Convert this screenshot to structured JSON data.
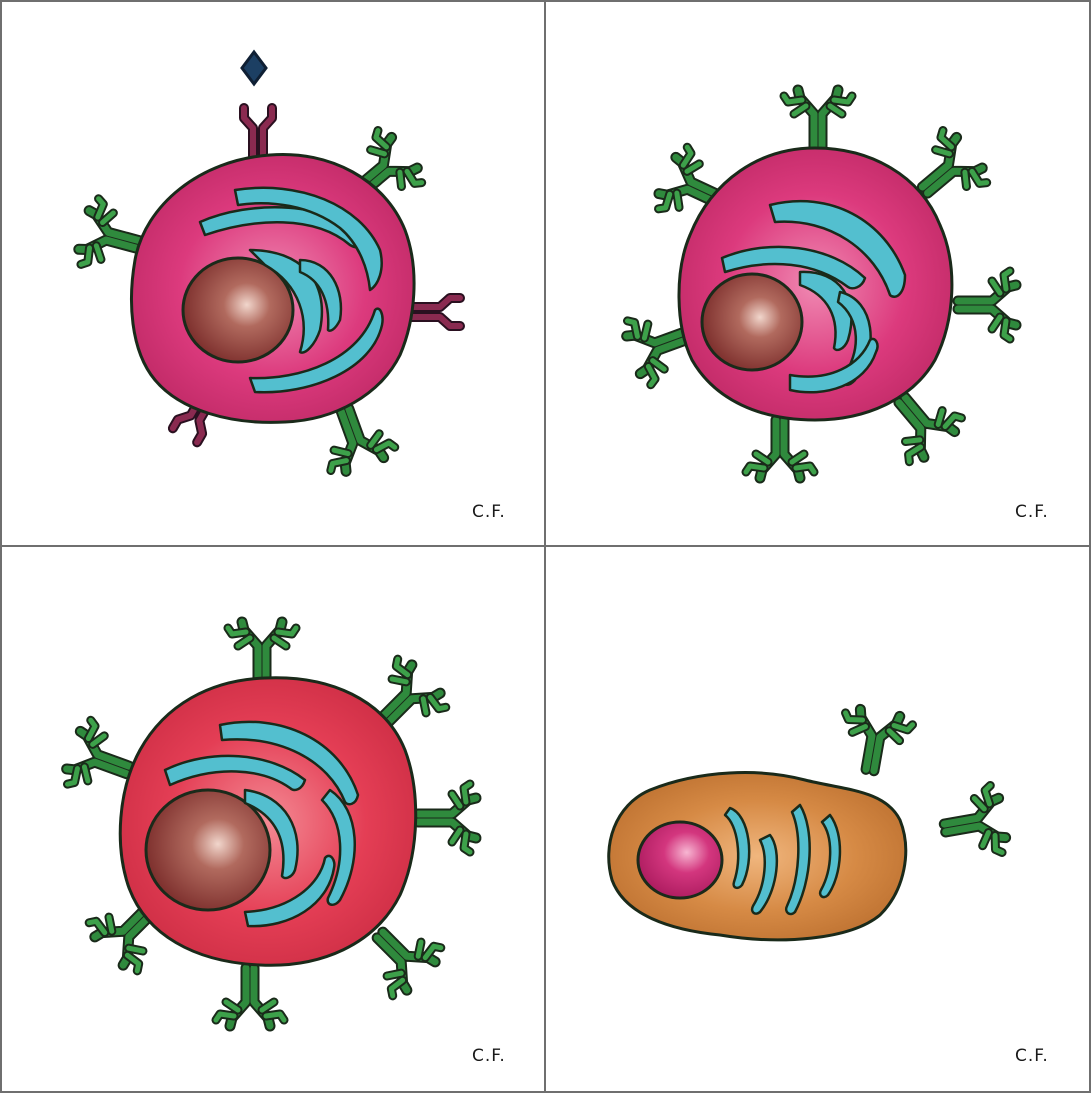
{
  "panels": [
    {
      "id": "panel-1",
      "signature": "C.F."
    },
    {
      "id": "panel-2",
      "signature": "C.F."
    },
    {
      "id": "panel-3",
      "signature": "C.F."
    },
    {
      "id": "panel-4",
      "signature": "C.F."
    }
  ],
  "colors": {
    "frame": "#6f6f6f",
    "cell_magenta": "#dc3a7d",
    "cell_red": "#e43e55",
    "cell_orange": "#d68a45",
    "nucleus_brown": "#8c3a35",
    "nucleus_pink": "#c8256e",
    "cisterna_cyan": "#53bfcf",
    "antibody_green": "#2f8a3d",
    "receptor_purple": "#8a2a50",
    "antigen_navy": "#1c3f63",
    "outline": "#1a2a1a"
  }
}
